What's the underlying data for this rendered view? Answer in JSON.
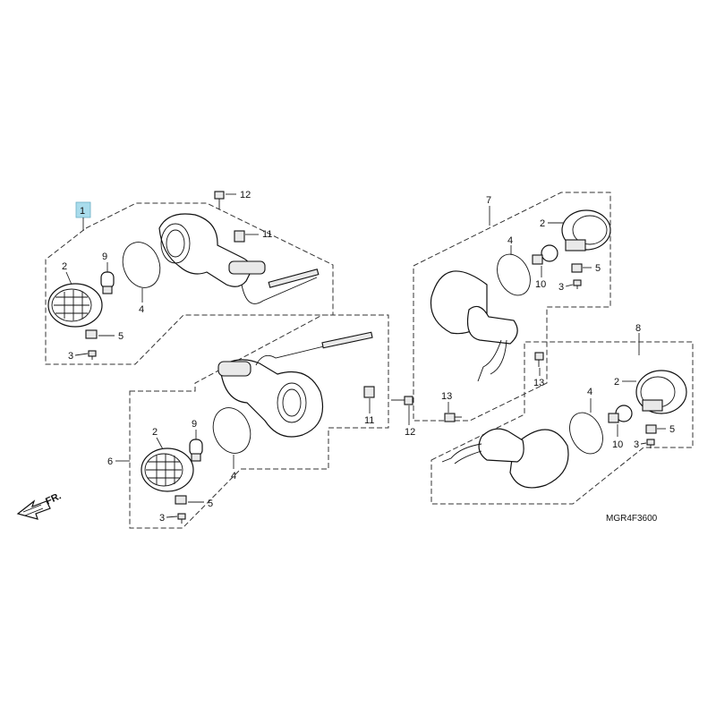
{
  "diagram": {
    "highlight_color": "#a9dcec",
    "drawing_code": "MGR4F3600",
    "front_marker": "FR.",
    "callouts": {
      "g1_assembly": "1",
      "g1_lens": "2",
      "g1_screw": "3",
      "g1_gasket": "4",
      "g1_nut": "5",
      "g1_bulb": "9",
      "g1_bushing": "11",
      "g1_bolt": "12",
      "g6_assembly": "6",
      "g6_lens": "2",
      "g6_screw": "3",
      "g6_gasket": "4",
      "g6_nut": "5",
      "g6_bulb": "9",
      "g6_bushing": "11",
      "g6_bolt": "12",
      "g7_assembly": "7",
      "g7_lens": "2",
      "g7_screw": "3",
      "g7_gasket": "4",
      "g7_nut": "5",
      "g7_bulb": "10",
      "g7_bolt": "13",
      "g8_assembly": "8",
      "g8_lens": "2",
      "g8_screw": "3",
      "g8_gasket": "4",
      "g8_nut": "5",
      "g8_bulb": "10",
      "g8_bolt": "13"
    }
  }
}
